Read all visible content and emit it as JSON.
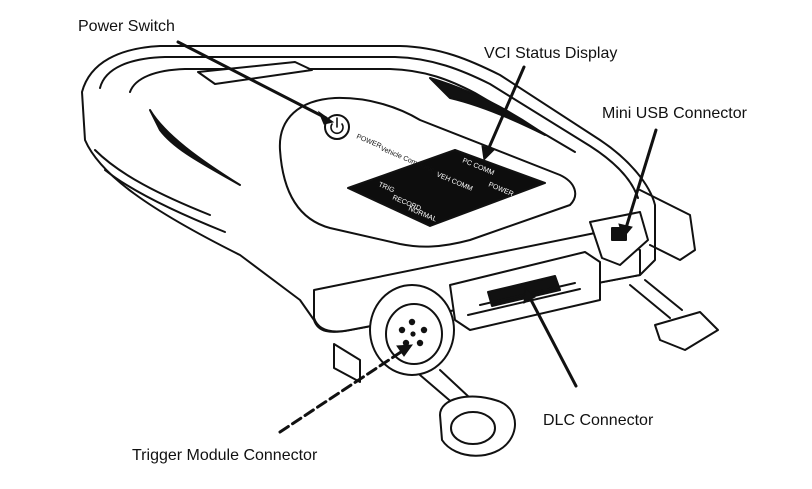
{
  "labels": {
    "power_switch": "Power Switch",
    "vci_status": "VCI Status Display",
    "mini_usb": "Mini USB Connector",
    "dlc": "DLC Connector",
    "trigger": "Trigger Module Connector"
  },
  "device_print": {
    "power": "POWER",
    "pc_comm": "PC COMM",
    "veh_comm": "VEH COMM",
    "power_led": "POWER",
    "trig_led": "TRIG",
    "record": "RECORD",
    "normal": "NORMAL",
    "subtitle": "Vehicle Communication Interface"
  },
  "colors": {
    "line": "#111111",
    "panel": "#0d0d0d",
    "background": "#ffffff"
  }
}
